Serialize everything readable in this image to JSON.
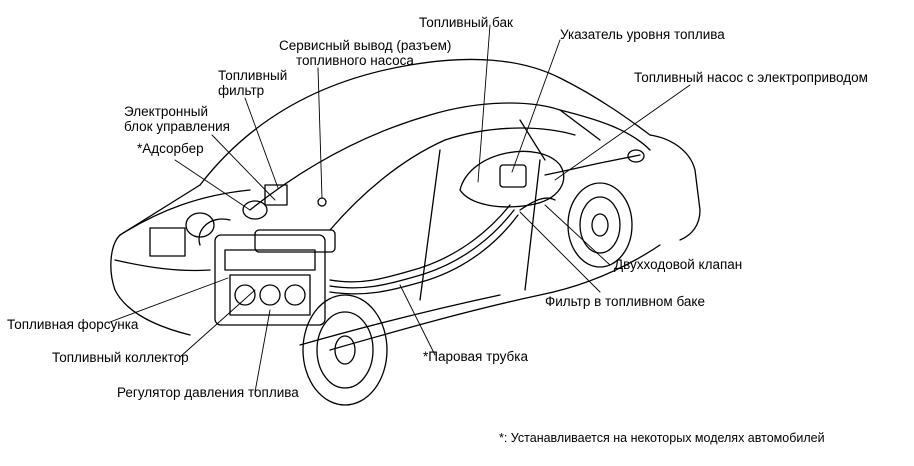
{
  "labels": {
    "fuel_tank": "Топливный бак",
    "fuel_gauge": "Указатель уровня топлива",
    "service_outlet_line1": "Сервисный вывод (разъем)",
    "service_outlet_line2": "топливного насоса",
    "fuel_filter_line1": "Топливный",
    "fuel_filter_line2": "фильтр",
    "ecu_line1": "Электронный",
    "ecu_line2": "блок управления",
    "adsorber": "*Адсорбер",
    "electric_fuel_pump": "Топливный насос с электроприводом",
    "two_way_valve": "Двухходовой клапан",
    "tank_filter": "Фильтр в топливном баке",
    "fuel_injector": "Топливная форсунка",
    "fuel_rail": "Топливный коллектор",
    "pressure_regulator": "Регулятор давления топлива",
    "vapor_tube": "*Паровая трубка"
  },
  "footnote": "*: Устанавливается на некоторых моделях автомобилей",
  "colors": {
    "ink": "#000000",
    "background": "#ffffff"
  }
}
